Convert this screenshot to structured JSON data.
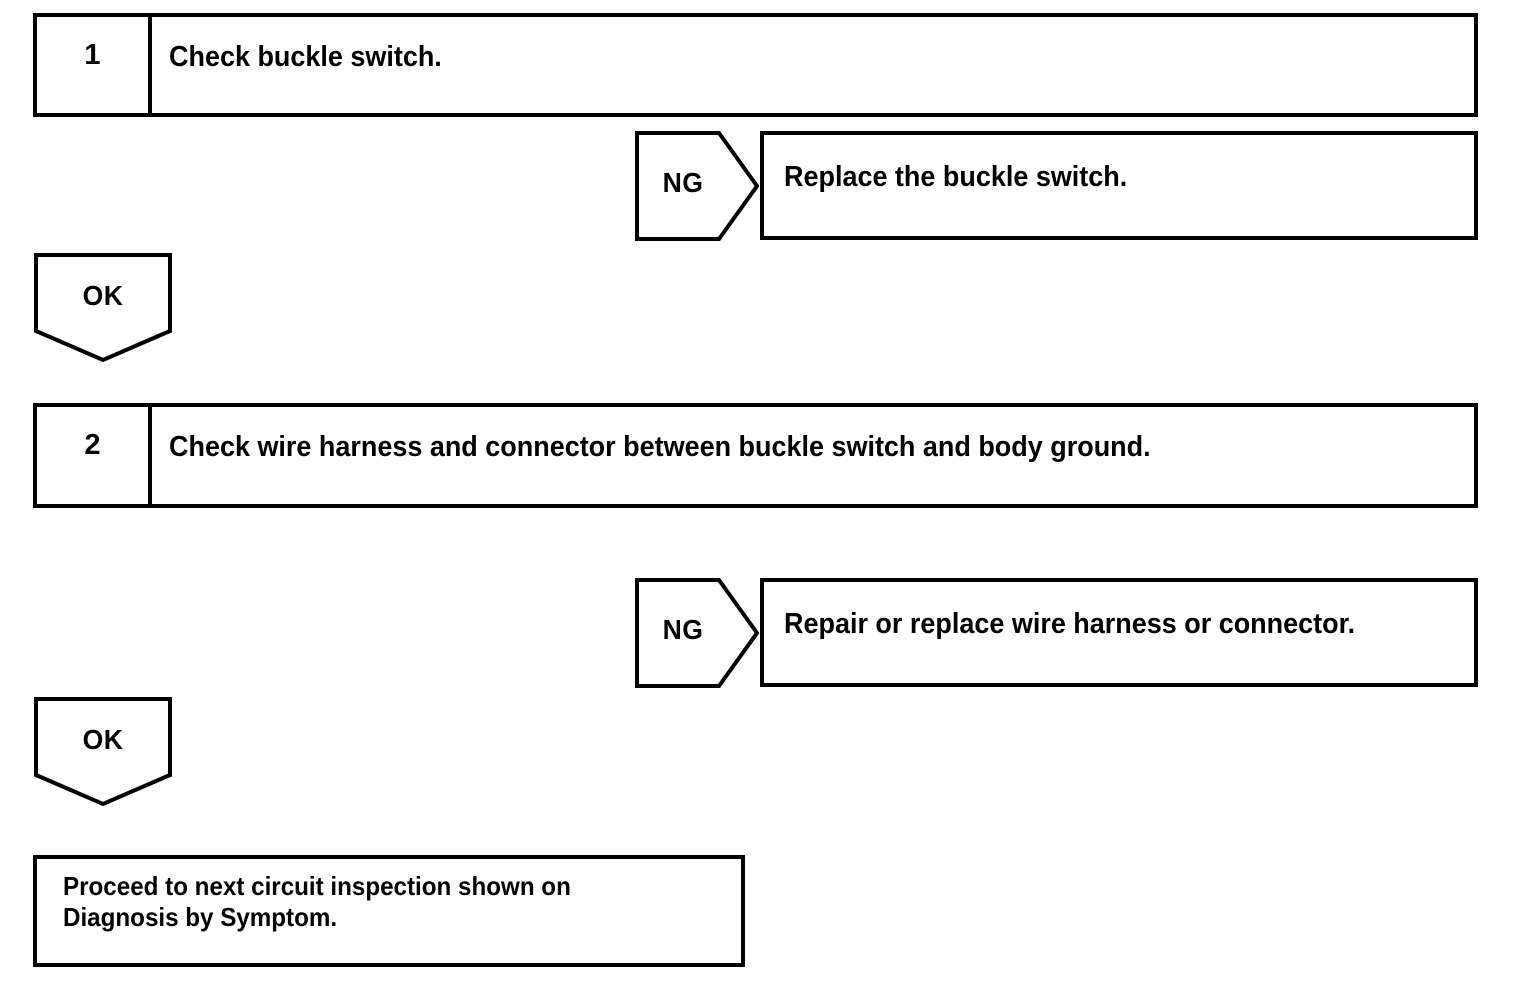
{
  "document": {
    "type": "diagnostic-flowchart",
    "title": "Circuit inspection flowchart"
  },
  "steps": [
    {
      "number": "1",
      "text": "Check buckle switch."
    },
    {
      "number": "2",
      "text": "Check wire harness and connector between buckle switch and body ground."
    }
  ],
  "branches": [
    {
      "label": "NG",
      "action": "Replace the buckle switch."
    },
    {
      "label": "NG",
      "action": "Repair or replace wire harness or connector."
    }
  ],
  "ok_connectors": [
    {
      "label": "OK"
    },
    {
      "label": "OK"
    }
  ],
  "final": {
    "line1": "Proceed to next circuit inspection shown on",
    "line2": "Diagnosis by Symptom."
  },
  "colors": {
    "line": "#000000",
    "background": "#ffffff",
    "text": "#000000"
  }
}
